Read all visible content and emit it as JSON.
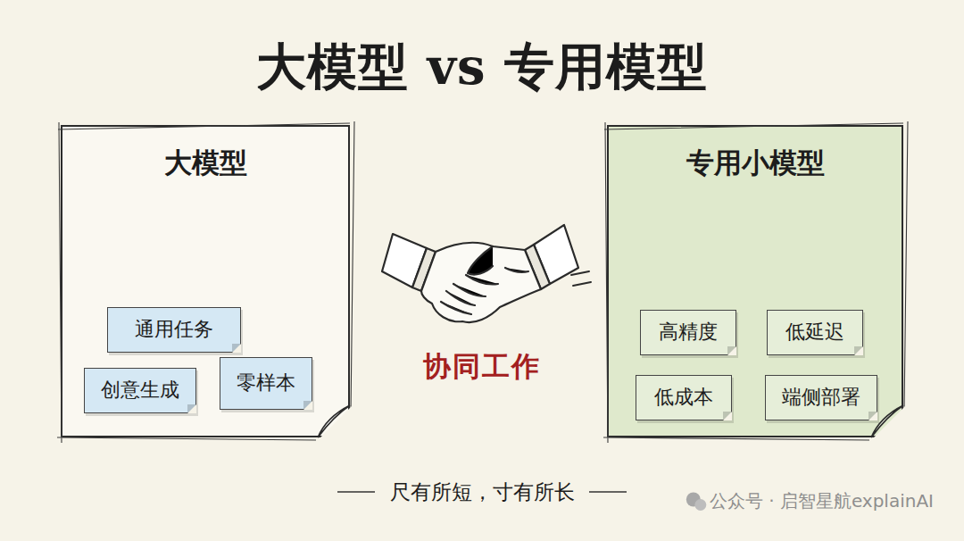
{
  "diagram": {
    "title": "大模型 vs 专用模型",
    "caption": "尺有所短，寸有所长",
    "nodes": [
      {
        "text": [
          "大模型"
        ]
      },
      {
        "text": [
          "通用任务"
        ],
        "in": 0
      },
      {
        "text": [
          "创意生成"
        ],
        "in": 0
      },
      {
        "text": [
          "零样本"
        ],
        "in": 0
      },
      {
        "text": [
          "专用小模型"
        ]
      },
      {
        "text": [
          "高精度"
        ],
        "in": 4
      },
      {
        "text": [
          "低延迟"
        ],
        "in": 4
      },
      {
        "text": [
          "低成本"
        ],
        "in": 4
      },
      {
        "text": [
          "端侧部署"
        ],
        "in": 4
      }
    ],
    "labels": [
      "协同工作",
      "公众号 · 启智星航explainAI"
    ]
  }
}
